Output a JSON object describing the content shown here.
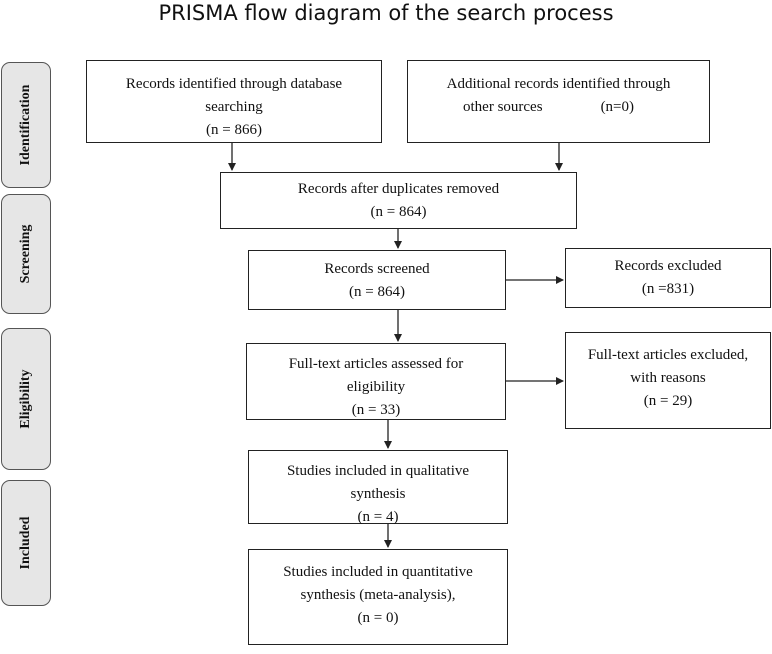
{
  "title": "PRISMA flow diagram of the search process",
  "phases": {
    "identification": "Identification",
    "screening": "Screening",
    "eligibility": "Eligibility",
    "included": "Included"
  },
  "boxes": {
    "database": {
      "lines": [
        "Records identified through database",
        "searching",
        "(n = 866)"
      ]
    },
    "additional": {
      "lines": [
        "Additional records identified through",
        "other sources",
        "(n=0)"
      ]
    },
    "duplicates": {
      "lines": [
        "Records after duplicates removed",
        "(n = 864)"
      ]
    },
    "screened": {
      "lines": [
        "Records screened",
        "(n = 864)"
      ]
    },
    "excluded": {
      "lines": [
        "Records excluded",
        "(n =831)"
      ]
    },
    "fulltext": {
      "lines": [
        "Full-text articles assessed for",
        "eligibility",
        "(n = 33)"
      ]
    },
    "fulltext_excluded": {
      "lines": [
        "Full-text articles excluded,",
        "with reasons",
        "(n = 29)"
      ]
    },
    "qualitative": {
      "lines": [
        "Studies included in qualitative",
        "synthesis",
        "(n = 4)"
      ]
    },
    "quantitative": {
      "lines": [
        "Studies included in quantitative",
        "synthesis (meta-analysis),",
        "(n = 0)"
      ]
    }
  },
  "colors": {
    "phase_fill": "#e6e6e6",
    "line": "#222222"
  }
}
